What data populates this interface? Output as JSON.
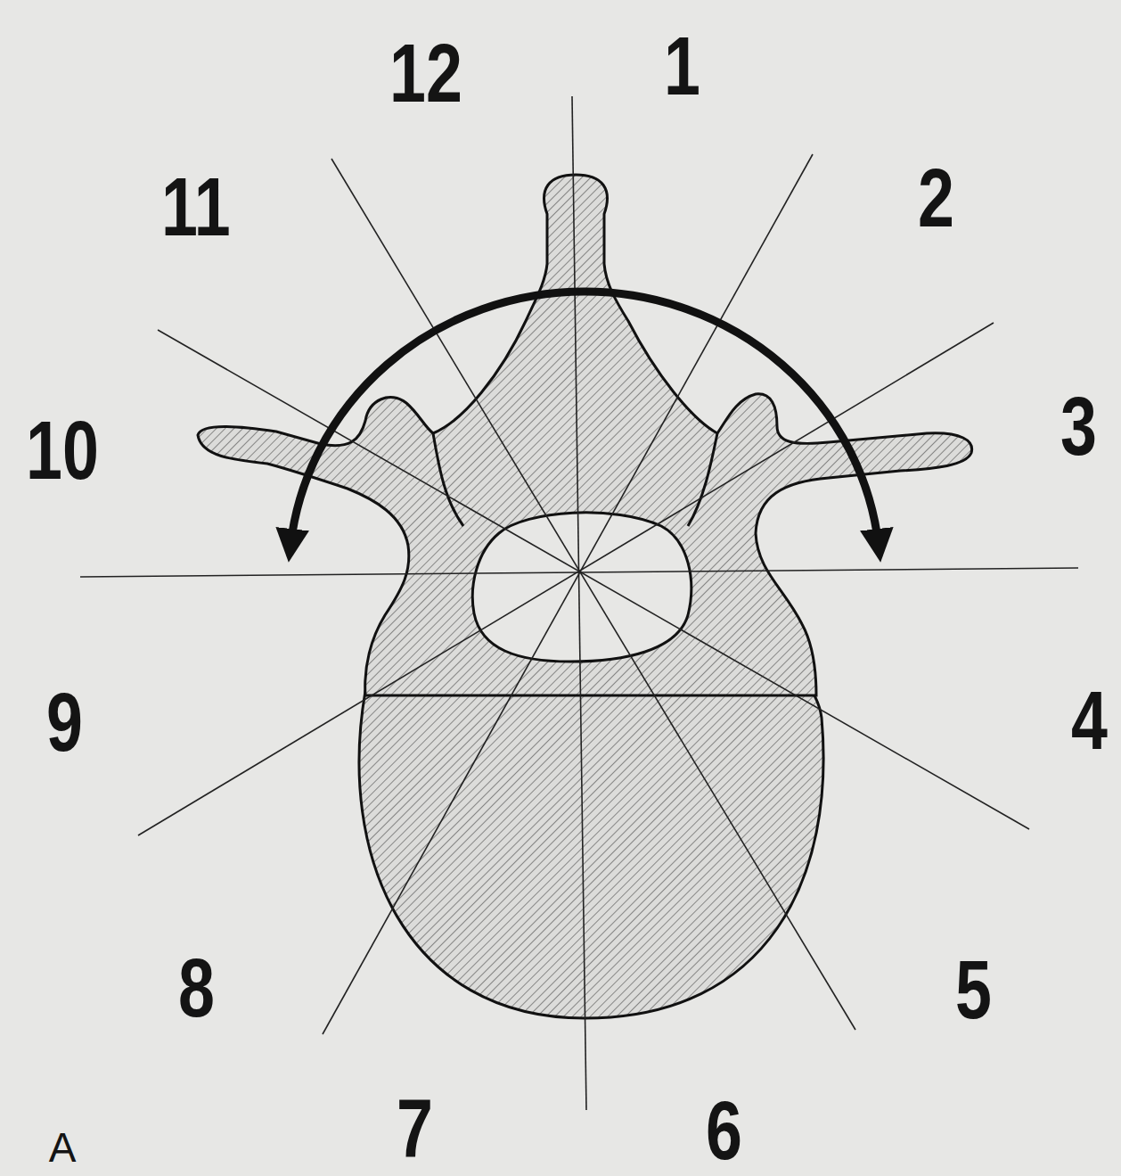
{
  "diagram": {
    "labels": [
      "12",
      "1",
      "11",
      "2",
      "10",
      "3",
      "9",
      "4",
      "8",
      "5",
      "7",
      "6",
      "A"
    ]
  }
}
